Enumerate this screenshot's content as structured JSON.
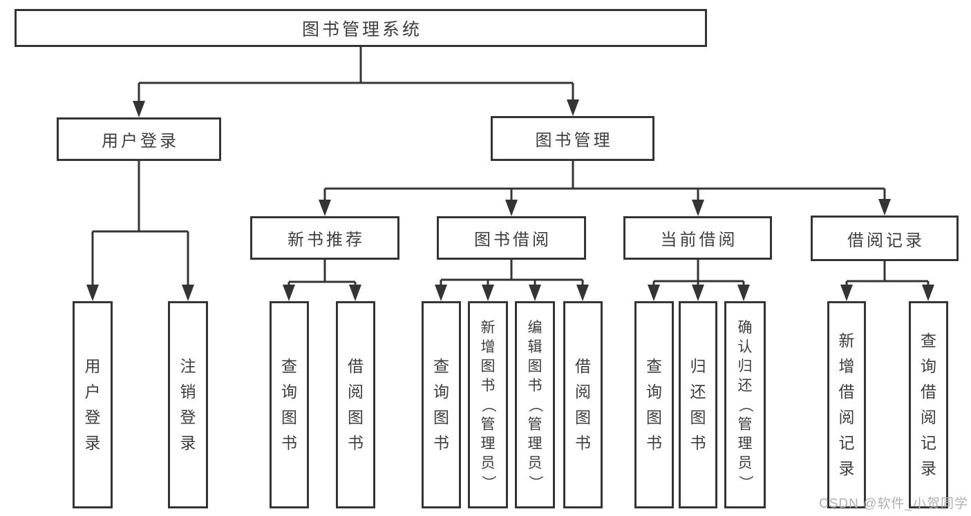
{
  "diagram": {
    "root": {
      "label": "图书管理系统"
    },
    "level2": [
      {
        "label": "用户登录"
      },
      {
        "label": "图书管理"
      }
    ],
    "level3": [
      {
        "label": "新书推荐"
      },
      {
        "label": "图书借阅"
      },
      {
        "label": "当前借阅"
      },
      {
        "label": "借阅记录"
      }
    ],
    "leaves": [
      {
        "label": "用户登录",
        "parent": "用户登录"
      },
      {
        "label": "注销登录",
        "parent": "用户登录"
      },
      {
        "label": "查询图书",
        "parent": "新书推荐"
      },
      {
        "label": "借阅图书",
        "parent": "新书推荐"
      },
      {
        "label": "查询图书",
        "parent": "图书借阅"
      },
      {
        "label": "新增图书（管理员）",
        "parent": "图书借阅"
      },
      {
        "label": "编辑图书（管理员）",
        "parent": "图书借阅"
      },
      {
        "label": "借阅图书",
        "parent": "图书借阅"
      },
      {
        "label": "查询图书",
        "parent": "当前借阅"
      },
      {
        "label": "归还图书",
        "parent": "当前借阅"
      },
      {
        "label": "确认归还（管理员）",
        "parent": "当前借阅"
      },
      {
        "label": "新增借阅记录",
        "parent": "借阅记录"
      },
      {
        "label": "查询借阅记录",
        "parent": "借阅记录"
      }
    ]
  },
  "watermark": "CSDN @软件_小贺同学",
  "colors": {
    "line": "#343434",
    "text": "#3d3d3d",
    "watermark": "#b0b0b0",
    "background": "#ffffff"
  }
}
